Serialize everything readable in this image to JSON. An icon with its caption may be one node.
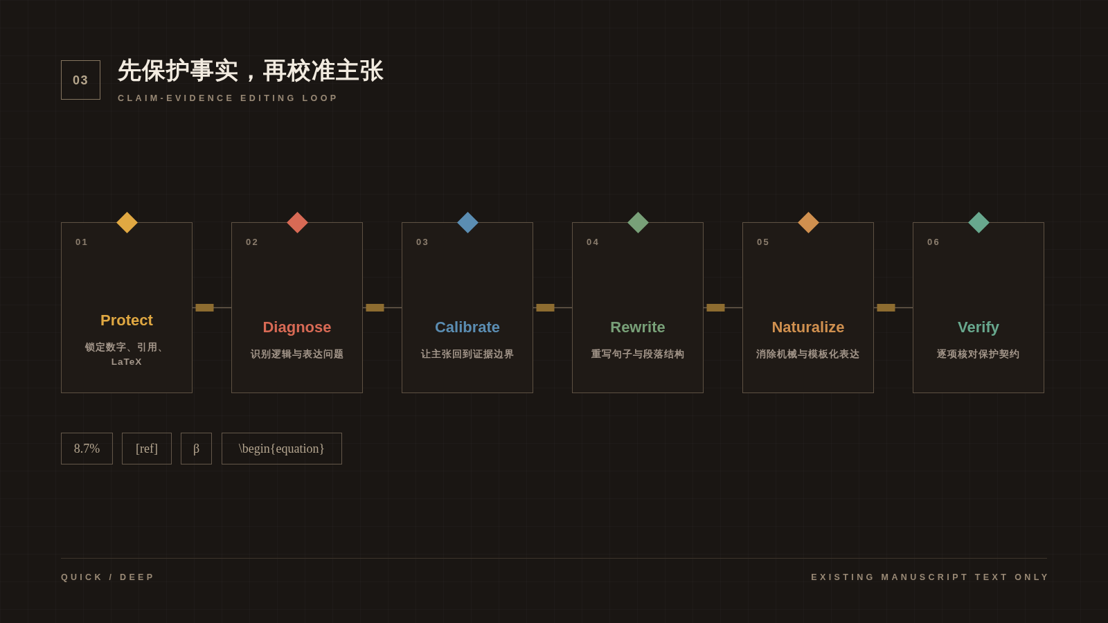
{
  "diagram": {
    "title": "先保护事实，再校准主张",
    "nodes": [
      {
        "text": [
          "03"
        ]
      },
      {
        "text": [
          "01",
          "Protect",
          "锁定数字、引用、LaTeX"
        ]
      },
      {
        "text": [
          "02",
          "Diagnose",
          "识别逻辑与表达问题"
        ]
      },
      {
        "text": [
          "03",
          "Calibrate",
          "让主张回到证据边界"
        ]
      },
      {
        "text": [
          "04",
          "Rewrite",
          "重写句子与段落结构"
        ]
      },
      {
        "text": [
          "05",
          "Naturalize",
          "消除机械与模板化表达"
        ]
      },
      {
        "text": [
          "06",
          "Verify",
          "逐项核对保护契约"
        ]
      },
      {
        "text": [
          "8.7%"
        ]
      },
      {
        "text": [
          "[ref]"
        ]
      },
      {
        "text": [
          "β"
        ]
      },
      {
        "text": [
          "\\begin{equation}"
        ]
      }
    ],
    "edges": [
      {
        "from": 1,
        "to": 2,
        "arrow": "other"
      },
      {
        "from": 2,
        "to": 3,
        "arrow": "other"
      },
      {
        "from": 3,
        "to": 4,
        "arrow": "other"
      },
      {
        "from": 4,
        "to": 5,
        "arrow": "other"
      },
      {
        "from": 5,
        "to": 6,
        "arrow": "other"
      }
    ],
    "labels": [
      "CLAIM-EVIDENCE EDITING LOOP",
      "QUICK / DEEP",
      "EXISTING MANUSCRIPT TEXT ONLY"
    ]
  }
}
